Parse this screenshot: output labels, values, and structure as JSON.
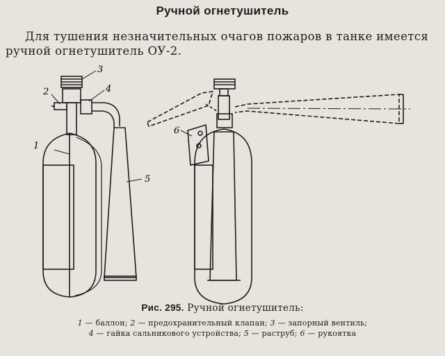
{
  "heading": "Ручной огнетушитель",
  "paragraph": {
    "line1": "Для тушения незначительных очагов пожаров в танке имеется",
    "line2": "ручной огнетушитель ОУ-2."
  },
  "figure": {
    "callouts": [
      "1",
      "2",
      "3",
      "4",
      "5",
      "6"
    ]
  },
  "caption": {
    "label": "Рис. 295.",
    "title": "Ручной огнетушитель:"
  },
  "legend": {
    "items": [
      {
        "num": "1",
        "text": "— баллон;"
      },
      {
        "num": "2",
        "text": "— предохранительный клапан;"
      },
      {
        "num": "3",
        "text": "— запорный вентиль;"
      },
      {
        "num": "4",
        "text": "— гайка сальникового устройства;"
      },
      {
        "num": "5",
        "text": "— раструб;"
      },
      {
        "num": "6",
        "text": "— рукоятка"
      }
    ]
  }
}
